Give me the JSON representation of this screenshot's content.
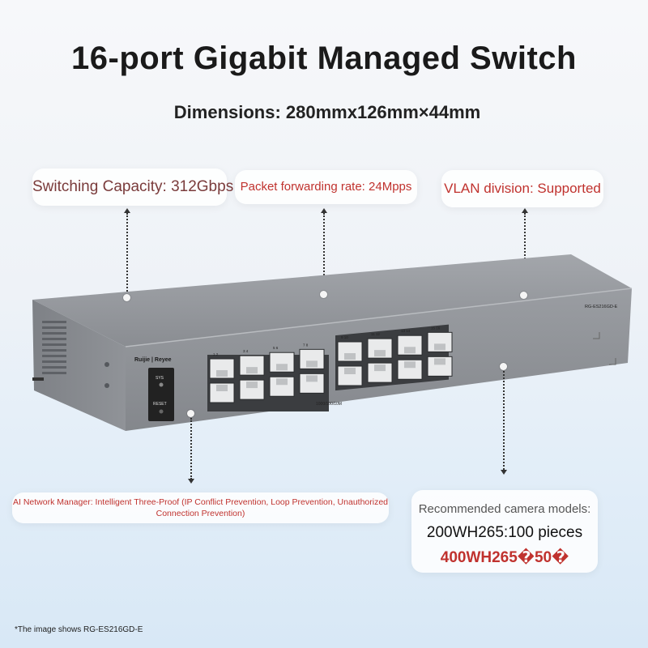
{
  "heading": {
    "title": "16-port Gigabit Managed Switch",
    "dimensions": "Dimensions: 280mmx126mm×44mm"
  },
  "callouts": {
    "switching_capacity": "Switching Capacity: 312Gbps",
    "packet_forwarding": "Packet forwarding rate: 24Mpps",
    "vlan": "VLAN division: Supported",
    "ai_manager": "AI Network Manager: Intelligent Three-Proof (IP Conflict Prevention, Loop Prevention, Unauthorized Connection Prevention)",
    "camera_title": "Recommended camera models:",
    "camera_line1": "200WH265:100 pieces",
    "camera_line2": "400WH265�50�"
  },
  "device": {
    "brand": "Ruijie | Reyee",
    "model": "RG-ES216GD-E",
    "sys_label": "SYS",
    "reset_label": "RESET",
    "speed_label": "1000/100/10M",
    "port_labels": [
      "1",
      "2",
      "3",
      "4",
      "5",
      "6",
      "7",
      "8",
      "9",
      "10",
      "11",
      "12",
      "13",
      "14",
      "15",
      "16"
    ]
  },
  "footnote": "*The image shows RG-ES216GD-E",
  "colors": {
    "accent_red": "#c0322e",
    "chassis": "#8e9196"
  }
}
